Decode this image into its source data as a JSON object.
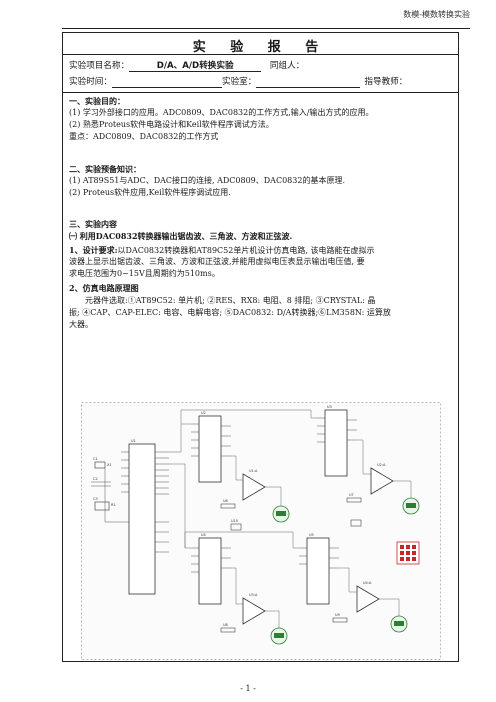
{
  "header": {
    "right_note": "数模-模数转换实验"
  },
  "report": {
    "title": "实 验 报 告",
    "fields": {
      "project_label": "实验项目名称：",
      "project_value": "D/A、A/D转换实验",
      "partner_label": "同组人：",
      "time_label": "实验时间：",
      "lab_label": "实验室：",
      "teacher_label": "指导教师："
    }
  },
  "sections": {
    "s1": {
      "heading": "一、实验目的：",
      "lines": [
        "(1) 学习外部接口的应用。ADC0809、DAC0832的工作方式,输入/输出方式的应用。",
        "(2) 熟悉Proteus软件电路设计和Keil软件程序调试方法。",
        "重点：ADC0809、DAC0832的工作方式"
      ]
    },
    "s2": {
      "heading": "二、实验预备知识：",
      "lines": [
        "(1) AT89S51与ADC、DAC接口的连接, ADC0809、DAC0832的基本原理.",
        "(2) Proteus软件应用,Keil软件程序调试应用."
      ]
    },
    "s3": {
      "heading": "三、实验内容",
      "sub1": "㈠  利用DAC0832转换器输出锯齿波、三角波、方波和正弦波.",
      "req_label": "1、设计要求:",
      "req_lines": [
        "以DAC0832转换器和AT89C52单片机设计仿真电路, 该电路能在虚拟示",
        "波器上显示出锯齿波、三角波、方波和正弦波,并能用虚拟电压表显示输出电压值, 要",
        "求电压范围为0~15V且周期约为510ms。"
      ],
      "circ_heading": "2、仿真电路原理图",
      "comp_lines": [
        "元器件选取:①AT89C52: 单片机; ②RES、RX8: 电阻、8 排阻; ③CRYSTAL: 晶",
        "振; ④CAP、CAP-ELEC: 电容、电解电容; ⑤DAC0832: D/A转换器;⑥LM358N: 运算放",
        "大器。"
      ]
    }
  },
  "schematic": {
    "labels": [
      "U1",
      "U2",
      "U3",
      "U4",
      "U5",
      "U6",
      "U7",
      "U8",
      "U9",
      "U10",
      "U1:A",
      "U2:A",
      "U3:A",
      "U4:A",
      "C1",
      "C2",
      "C3",
      "X1",
      "R1"
    ],
    "colors": {
      "line": "#555555",
      "chip": "#333333",
      "meter": "#2e7d32",
      "accent": "#c62828"
    }
  },
  "footer": {
    "page_number": "- 1 -"
  }
}
